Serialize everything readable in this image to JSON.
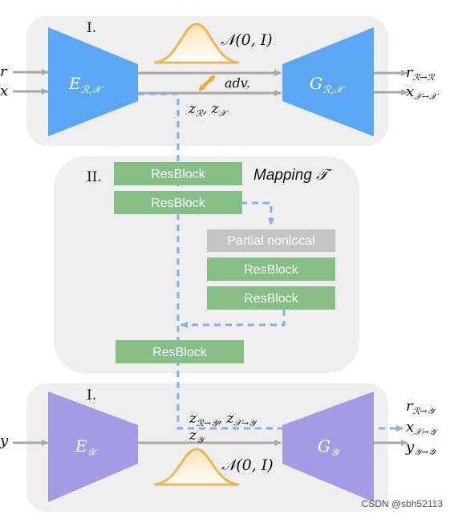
{
  "panels": {
    "top_label": "I.",
    "middle_label": "II.",
    "bottom_label": "I."
  },
  "top": {
    "input_r": "r",
    "input_x": "x",
    "encoder": "E",
    "encoder_sub": "ℛ,𝒳",
    "generator": "G",
    "generator_sub": "ℛ,𝒳",
    "prior": "𝒩(0, I)",
    "adv": "adv.",
    "latents": "z",
    "latents_sub1": "ℛ",
    "latents_mid": ", z",
    "latents_sub2": "𝒳",
    "out_r": "r",
    "out_r_sub": "ℛ→ℛ",
    "out_x": "x",
    "out_x_sub": "𝒳→𝒳"
  },
  "mapping": {
    "title": "Mapping 𝒯",
    "block1": "ResBlock",
    "block2": "ResBlock",
    "nonlocal": "Partial nonlocal",
    "block3": "ResBlock",
    "block4": "ResBlock",
    "block5": "ResBlock"
  },
  "bottom": {
    "input_y": "y",
    "encoder": "E",
    "encoder_sub": "𝒴",
    "generator": "G",
    "generator_sub": "𝒴",
    "prior": "𝒩(0, I)",
    "latent_zy": "z",
    "latent_zy_sub": "𝒴",
    "mapped": "z",
    "mapped_sub1": "ℛ→𝒴",
    "mapped_mid": ", z",
    "mapped_sub2": "𝒳→𝒴",
    "out_r": "r",
    "out_r_sub": "ℛ→𝒴",
    "out_x": "x",
    "out_x_sub": "𝒳→𝒴",
    "out_y": "y",
    "out_y_sub": "𝒴→𝒴"
  },
  "watermark": "CSDN @sbh52113",
  "colors": {
    "panel": "#efefef",
    "encoder_top": "#5ba7f5",
    "encoder_bottom": "#a29be6",
    "resblock": "#86bf86",
    "nonlocal": "#c3c3c3",
    "dashed": "#7fb2ec",
    "arrow": "#a8a8a8",
    "gaussian": "#f2b552",
    "adv_arrow": "#f0a830"
  }
}
